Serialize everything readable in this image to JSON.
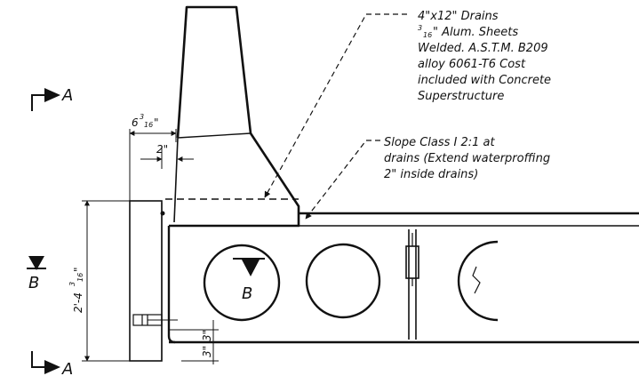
{
  "drain_note": {
    "line1": "4\"x12\" Drains",
    "line2_num": "3",
    "line2_den": "16",
    "line2_rest": "\" Alum. Sheets",
    "line3": "Welded. A.S.T.M. B209",
    "line4": "alloy 6061-T6 Cost",
    "line5": "included with Concrete",
    "line6": "Superstructure"
  },
  "slope_note": {
    "line1": "Slope Class I 2:1 at",
    "line2": "drains (Extend waterproffing",
    "line3": "2\" inside drains)"
  },
  "section_labels": {
    "a": "A",
    "b": "B"
  },
  "dimensions": {
    "top_whole": "6",
    "top_num": "3",
    "top_den": "16",
    "top_inch": "\"",
    "two_inch": "2\"",
    "height_main": "2'-4",
    "height_num": "3",
    "height_den": "16",
    "height_inch": "\"",
    "three_inch_a": "3\"",
    "three_inch_b": "3\""
  }
}
